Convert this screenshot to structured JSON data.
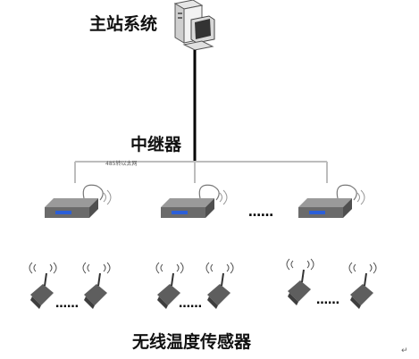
{
  "labels": {
    "master_station": "主站系统",
    "relay": "中继器",
    "network": "485转以太网",
    "sensors": "无线温度传感器",
    "return_mark": "↵"
  },
  "ellipsis": "……",
  "colors": {
    "trunk_line": "#000000",
    "bus_line": "#bdbdbd",
    "device_body": "#6b6b6b",
    "display_blue": "#2b5fd8"
  }
}
